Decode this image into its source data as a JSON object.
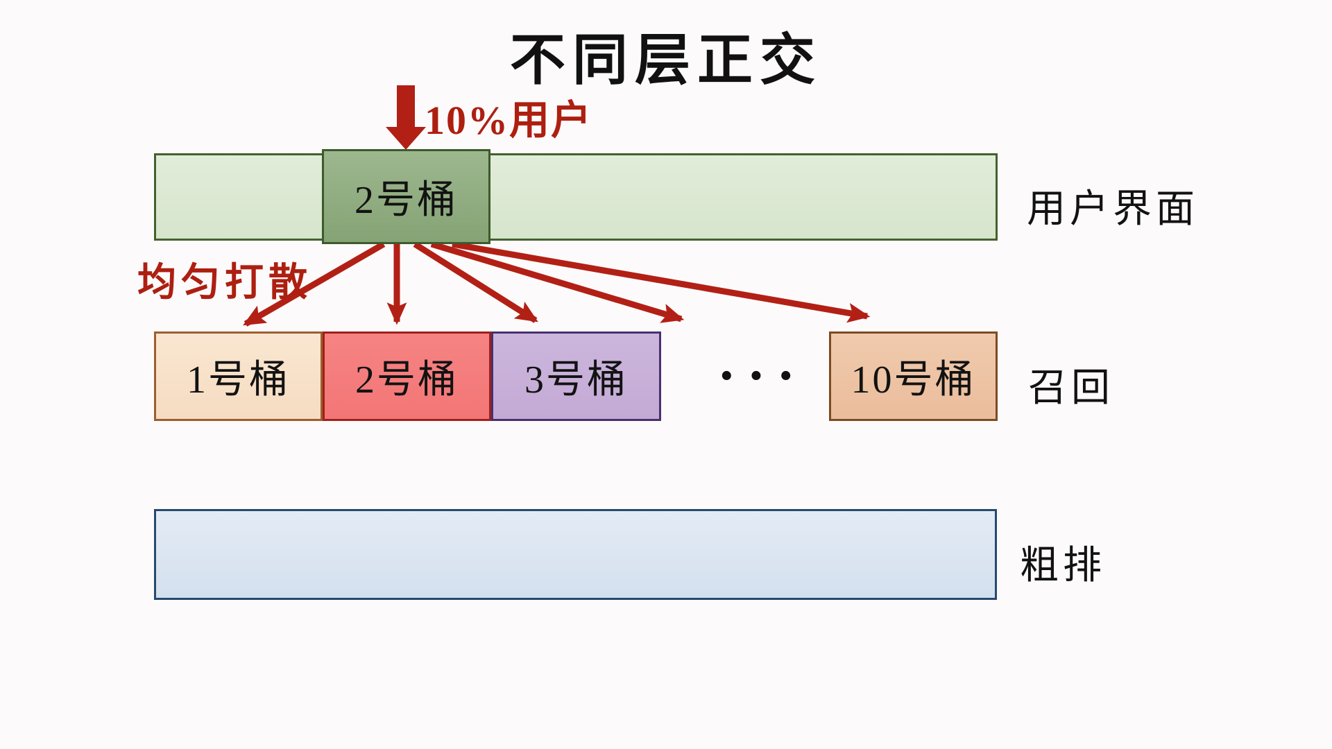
{
  "title": "不同层正交",
  "annotations": {
    "traffic": "10%用户",
    "scatter": "均匀打散",
    "ellipsis": "···"
  },
  "layers": {
    "ui": {
      "name": "用户界面",
      "highlighted_bucket": "2号桶"
    },
    "recall": {
      "name": "召回",
      "buckets": [
        "1号桶",
        "2号桶",
        "3号桶",
        "10号桶"
      ]
    },
    "prerank": {
      "name": "粗排"
    }
  },
  "colors": {
    "background": "#fcfafb",
    "accent_red": "#ad1f10",
    "ui_layer_fill": "#dce8d2",
    "ui_highlight_fill": "#92ae82",
    "ui_border": "#42612f",
    "recall_bucket1_fill": "#f8e2cb",
    "recall_bucket2_fill": "#f57e7e",
    "recall_bucket3_fill": "#c8b1d9",
    "recall_bucket10_fill": "#eec5a6",
    "prerank_fill": "#dbe5f1",
    "prerank_border": "#27496d",
    "text": "#111111"
  }
}
